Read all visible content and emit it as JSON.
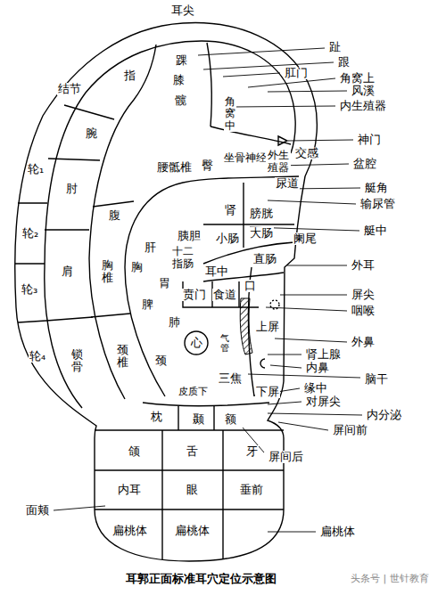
{
  "diagram": {
    "caption": "耳郭正面标准耳穴定位示意图",
    "labels": [
      "耳尖",
      "结节",
      "指",
      "踝",
      "膝",
      "髋",
      "角窝中",
      "腕",
      "腰骶椎",
      "坐骨神经",
      "外生殖器",
      "臀",
      "尿道",
      "肘",
      "腹",
      "肾",
      "膀胱",
      "胰胆",
      "小肠",
      "大肠",
      "阑尾",
      "肝",
      "十二指肠",
      "直肠",
      "耳中",
      "胃",
      "胸椎",
      "胸",
      "肩",
      "轮₁",
      "轮₂",
      "轮₃",
      "轮₄",
      "脾",
      "贲门",
      "食道",
      "口",
      "肺",
      "心",
      "气管",
      "上屏",
      "颈椎",
      "锁骨",
      "颈",
      "三焦",
      "皮质下",
      "下屏",
      "枕",
      "颞",
      "额",
      "颌",
      "舌",
      "牙",
      "内耳",
      "眼",
      "垂前",
      "扁桃体",
      "扁桃体",
      "趾",
      "跟",
      "肛门",
      "角窝上",
      "风溪",
      "内生殖器",
      "神门",
      "交感",
      "盆腔",
      "艇角",
      "输尿管",
      "艇中",
      "外耳",
      "屏尖",
      "咽喉",
      "外鼻",
      "肾上腺",
      "内鼻",
      "脑干",
      "缘中",
      "对屏尖",
      "内分泌",
      "屏间前",
      "屏间后",
      "扁桃体",
      "面颊",
      "头条号 | 世针教育"
    ]
  }
}
